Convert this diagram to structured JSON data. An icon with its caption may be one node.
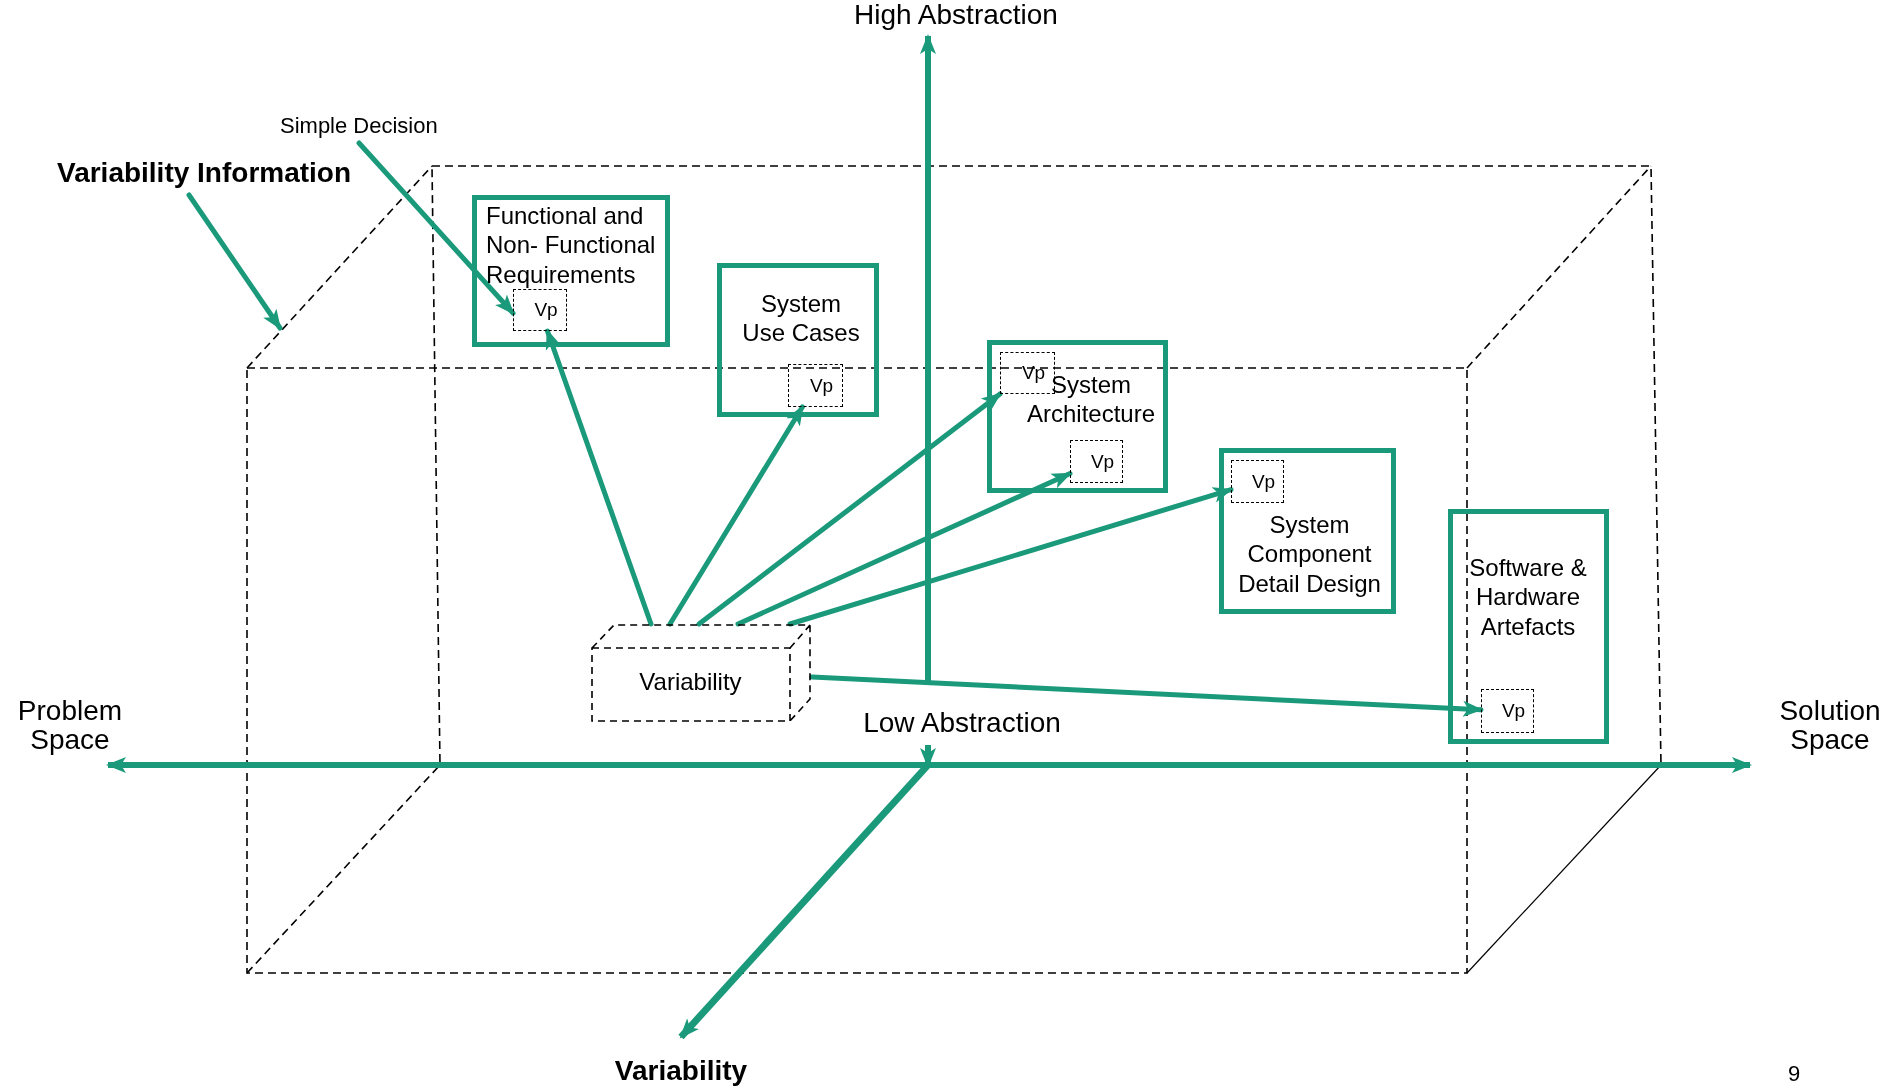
{
  "diagram": {
    "nodes": [
      {
        "text": [
          "Simple Decision"
        ]
      },
      {
        "text": [
          "Variability Information"
        ]
      },
      {
        "text": [
          "Functional and Non- Functional Requirements"
        ]
      },
      {
        "text": [
          "Vp"
        ],
        "in": 2
      },
      {
        "text": [
          "System Use Cases"
        ]
      },
      {
        "text": [
          "Vp"
        ],
        "in": 4
      },
      {
        "text": [
          "System Architecture"
        ]
      },
      {
        "text": [
          "Vp"
        ],
        "in": 6
      },
      {
        "text": [
          "Vp"
        ],
        "in": 6
      },
      {
        "text": [
          "System Component Detail Design"
        ]
      },
      {
        "text": [
          "Vp"
        ],
        "in": 9
      },
      {
        "text": [
          "Software & Hardware Artefacts"
        ]
      },
      {
        "text": [
          "Vp"
        ],
        "in": 11
      },
      {
        "text": [
          "Variability"
        ]
      }
    ],
    "edges": [
      {
        "from": 0,
        "to": 3,
        "arrow": "to"
      },
      {
        "from": 1,
        "to": null,
        "arrow": "to"
      },
      {
        "from": 13,
        "to": 3,
        "arrow": "to"
      },
      {
        "from": 13,
        "to": 5,
        "arrow": "to"
      },
      {
        "from": 13,
        "to": 7,
        "arrow": "to"
      },
      {
        "from": 13,
        "to": 8,
        "arrow": "to"
      },
      {
        "from": 13,
        "to": 10,
        "arrow": "to"
      },
      {
        "from": 13,
        "to": 12,
        "arrow": "to"
      }
    ],
    "labels": [
      "High Abstraction",
      "Problem Space",
      "Solution Space",
      "Low Abstraction",
      "Variability",
      "9"
    ]
  }
}
